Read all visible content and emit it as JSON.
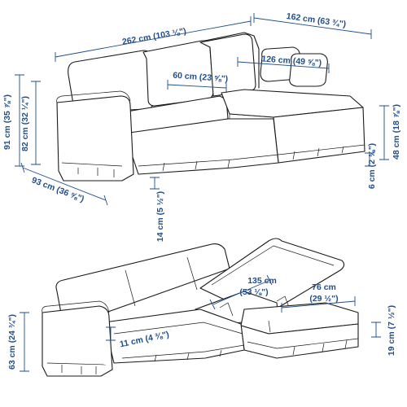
{
  "colors": {
    "dimension": "#1f4e8c",
    "outline": "#1a1a1a",
    "background": "#ffffff"
  },
  "dimensions": {
    "total_width": "262 cm (103 ⅛\")",
    "chaise_width": "162 cm (63 ¾\")",
    "chaise_seat_depth": "126 cm (49 ⅝\")",
    "seat_depth": "60 cm (23 ⅝\")",
    "total_height": "91 cm (35 ⅞\")",
    "back_height": "82 cm (32 ¼\")",
    "depth": "93 cm (36 ⅝\")",
    "floor_clearance": "14 cm (5 ½\")",
    "chaise_height": "48 cm (18 ⅞\")",
    "chaise_floor_clearance": "6 cm (2 ⅜\")",
    "storage_depth_cm": "135 cm",
    "storage_depth_in": "(53 ⅛\")",
    "storage_width_cm": "76 cm",
    "storage_width_in": "(29 ½\")",
    "seat_thickness": "11 cm (4 ⅜\")",
    "arm_height": "63 cm (24 ¾\")",
    "storage_height": "19 cm (7 ½\")"
  }
}
